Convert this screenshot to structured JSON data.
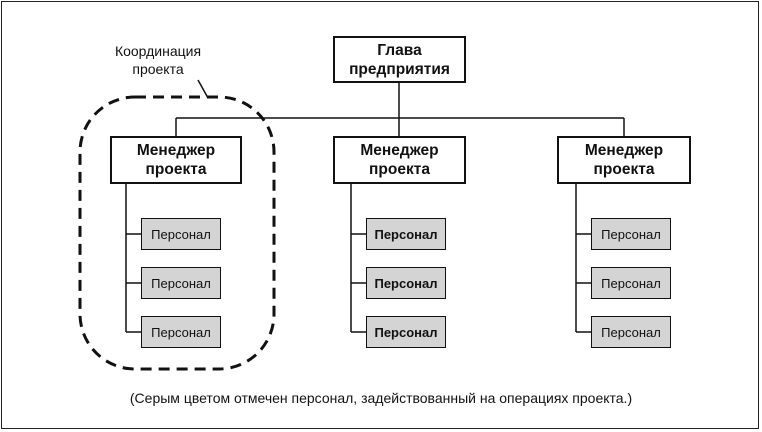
{
  "diagram": {
    "head": "Глава\nпредприятия",
    "annotation": "Координация\nпроекта",
    "caption": "(Серым цветом отмечен персонал, задействованный на операциях проекта.)",
    "branches": [
      {
        "manager": "Менеджер\nпроекта",
        "staff": [
          "Персонал",
          "Персонал",
          "Персонал"
        ]
      },
      {
        "manager": "Менеджер\nпроекта",
        "staff": [
          "Персонал",
          "Персонал",
          "Персонал"
        ]
      },
      {
        "manager": "Менеджер\nпроекта",
        "staff": [
          "Персонал",
          "Персонал",
          "Персонал"
        ]
      }
    ]
  }
}
